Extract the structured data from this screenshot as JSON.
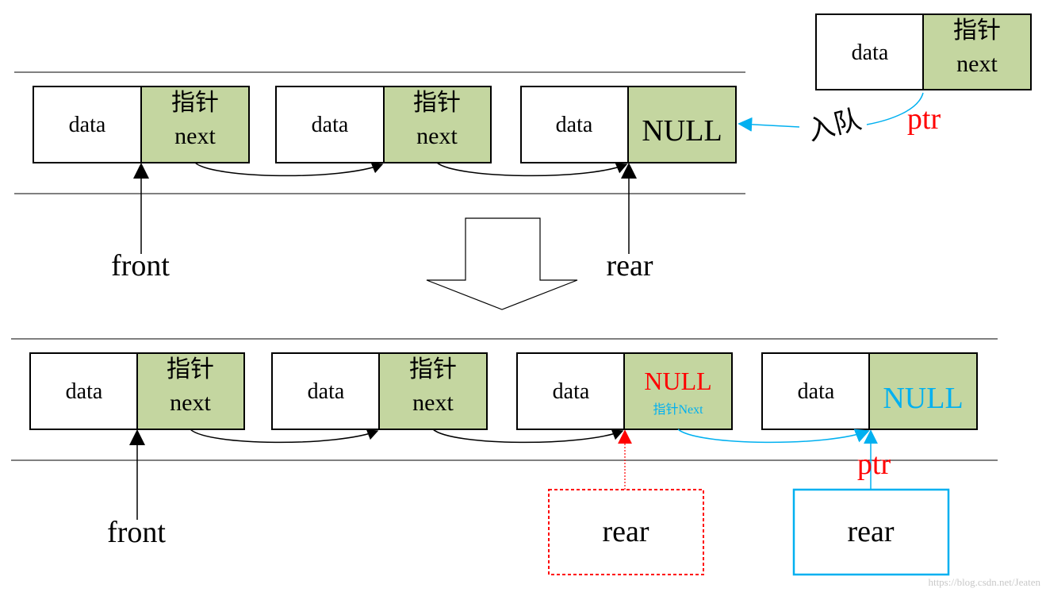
{
  "labels": {
    "data": "data",
    "pointer": "指针",
    "next": "next",
    "null": "NULL",
    "pointer_next": "指针Next",
    "enqueue": "入队",
    "ptr": "ptr",
    "front": "front",
    "rear": "rear",
    "watermark": "https://blog.csdn.net/Jeaten"
  },
  "colors": {
    "node_fill": "#ffffff",
    "pointer_fill": "#c4d6a0",
    "stroke": "#000000",
    "rail": "#000000",
    "highlight_red": "#ff0000",
    "highlight_cyan": "#00b0f0",
    "watermark": "#c8c8c8"
  }
}
